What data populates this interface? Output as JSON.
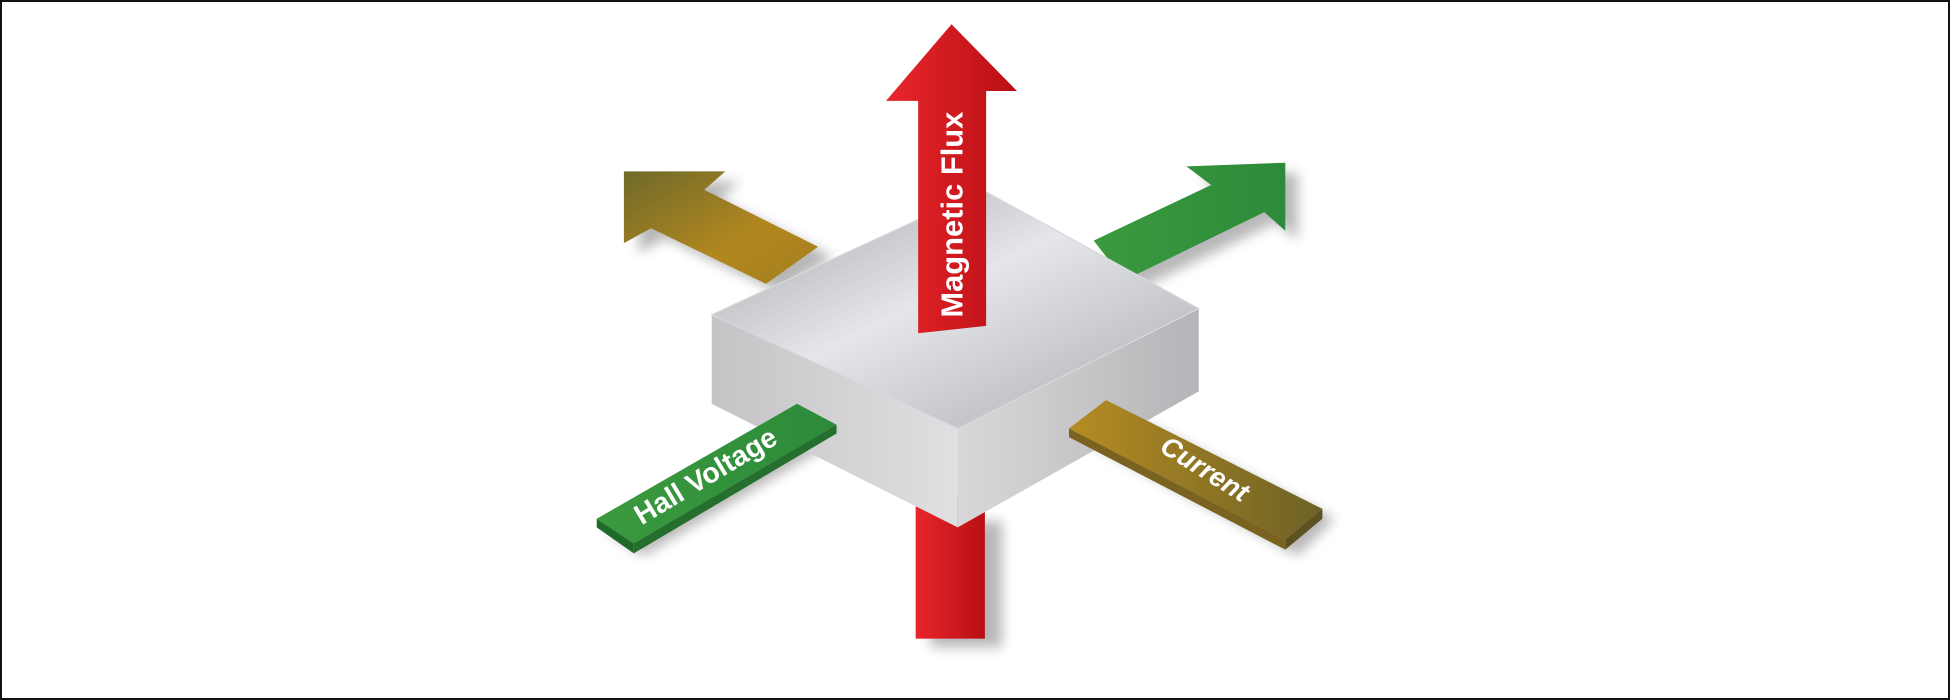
{
  "diagram": {
    "labels": {
      "magnetic_flux": "Magnetic Flux",
      "hall_voltage": "Hall Voltage",
      "current": "Current"
    },
    "colors": {
      "magnetic_flux": "#d0161b",
      "hall_voltage": "#2f8f3c",
      "current": "#9c7a1c",
      "plate": "#c9c9cb"
    }
  }
}
